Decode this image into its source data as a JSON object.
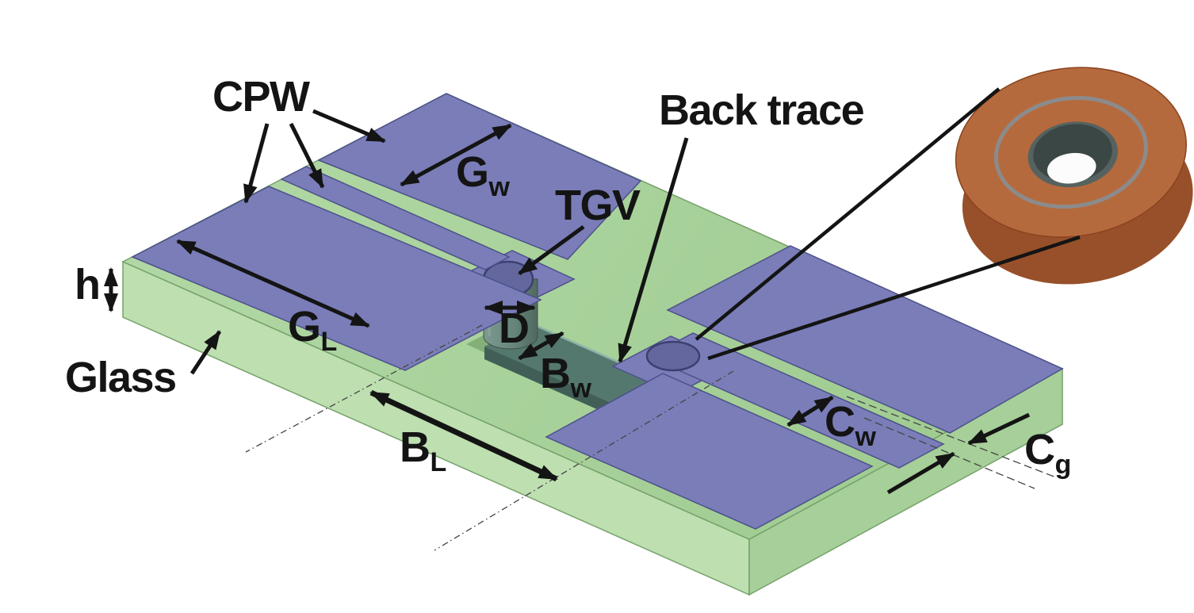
{
  "diagram": {
    "type": "3d-schematic",
    "labels": {
      "cpw": "CPW",
      "gw": {
        "base": "G",
        "sub": "w"
      },
      "gl": {
        "base": "G",
        "sub": "L"
      },
      "tgv": "TGV",
      "back_trace": "Back trace",
      "h": "h",
      "d": "D",
      "bw": {
        "base": "B",
        "sub": "w"
      },
      "bl": {
        "base": "B",
        "sub": "L"
      },
      "glass": "Glass",
      "cw": {
        "base": "C",
        "sub": "w"
      },
      "cg": {
        "base": "C",
        "sub": "g"
      }
    },
    "colors": {
      "ink": "#141414",
      "glass_top": "#aad29c",
      "glass_left": "#bedfb0",
      "glass_right": "#a6cf99",
      "glass_edge": "#76a16b",
      "metal": "#7a7db8",
      "metal_edge": "#4d518a",
      "via_top": "#63679e",
      "via_rim": "#3c406f",
      "trace_top": "#54786e",
      "trace_front": "#415f57",
      "trace_edge": "#93b8ab",
      "recess": "#84b078",
      "copper_top": "#b56a3d",
      "copper_side": "#97502a",
      "copper_ring": "#878f95",
      "copper_hole": "#3a4745"
    }
  }
}
